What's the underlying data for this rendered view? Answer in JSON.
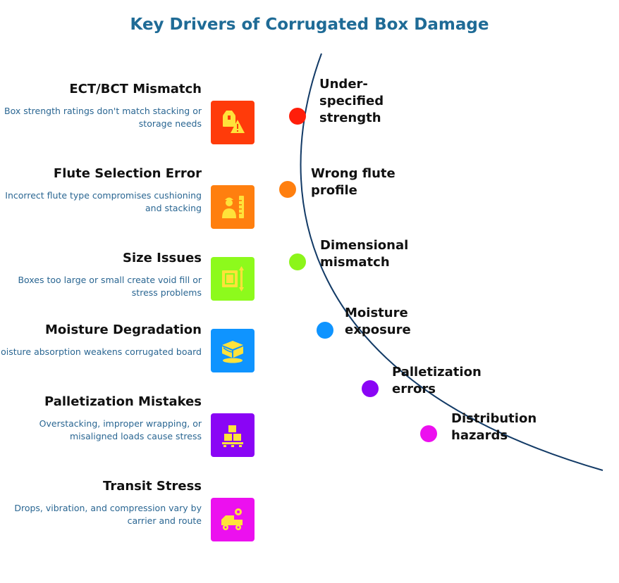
{
  "title": "Key Drivers of Corrugated Box Damage",
  "drivers": [
    {
      "title": "ECT/BCT Mismatch",
      "description": "Box strength ratings don't match stacking or storage needs",
      "icon": "box-warning-icon",
      "color": "#ff3b0a"
    },
    {
      "title": "Flute Selection Error",
      "description": "Incorrect flute type compromises cushioning and stacking",
      "icon": "worker-ruler-icon",
      "color": "#ff7f0f"
    },
    {
      "title": "Size Issues",
      "description": "Boxes too large or small create void fill or stress problems",
      "icon": "box-measure-icon",
      "color": "#8dfa1c"
    },
    {
      "title": "Moisture Degradation",
      "description": "Moisture absorption weakens corrugated board",
      "icon": "wet-box-icon",
      "color": "#0f94ff"
    },
    {
      "title": "Palletization Mistakes",
      "description": "Overstacking, improper wrapping, or misaligned loads cause stress",
      "icon": "pallet-boxes-icon",
      "color": "#8a05f5"
    },
    {
      "title": "Transit Stress",
      "description": "Drops, vibration, and compression vary by carrier and route",
      "icon": "truck-gear-icon",
      "color": "#ec10ef"
    }
  ],
  "stages": [
    {
      "label": "Under-\nspecified\nstrength",
      "color": "#ff1e0a"
    },
    {
      "label": "Wrong flute\nprofile",
      "color": "#ff7f0f"
    },
    {
      "label": "Dimensional\nmismatch",
      "color": "#8cf51a"
    },
    {
      "label": "Moisture\nexposure",
      "color": "#0f94ff"
    },
    {
      "label": "Palletization\nerrors",
      "color": "#8a05f5"
    },
    {
      "label": "Distribution\nhazards",
      "color": "#ec10ef"
    }
  ],
  "curve_color": "#123a66"
}
